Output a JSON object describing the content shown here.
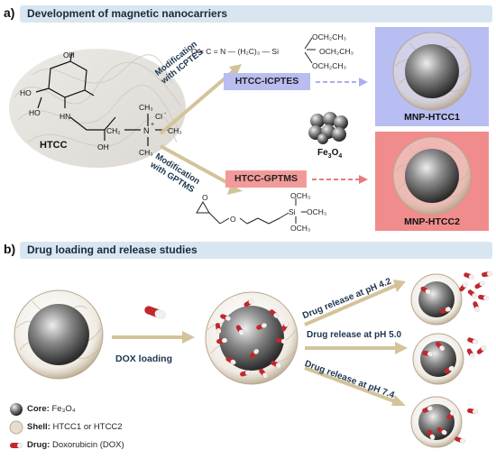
{
  "section_a": {
    "letter": "a)",
    "title": "Development of magnetic nanocarriers",
    "htcc_label": "HTCC",
    "chloride": "Cl",
    "chloride_sup": "-",
    "modification1_line1": "Modification",
    "modification1_line2": "with ICPTES",
    "modification2_line1": "Modification",
    "modification2_line2": "with GPTMS",
    "htcc_icptes": "HTCC-ICPTES",
    "htcc_gptms": "HTCC-GPTMS",
    "fe3o4_main": "Fe",
    "fe3o4_sub1": "3",
    "fe3o4_o": "O",
    "fe3o4_sub2": "4",
    "mnp1": "MNP-HTCC1",
    "mnp2": "MNP-HTCC2",
    "icptes_chain": "O = C = N — (H₂C)₃ — Si",
    "icptes_ethoxy": "OCH₂CH₃",
    "gptms_methoxy": "OCH₃",
    "htcc_oh": "OH",
    "htcc_ho": "HO",
    "htcc_nh": "HN",
    "htcc_ch3": "CH₃",
    "htcc_n": "N",
    "htcc_chain": "CH₂",
    "htcc_plus": "+"
  },
  "section_b": {
    "letter": "b)",
    "title": "Drug loading and release studies",
    "dox_loading": "DOX loading",
    "release_ph42": "Drug release at pH 4.2",
    "release_ph50": "Drug release at pH 5.0",
    "release_ph74": "Drug release at pH 7.4",
    "legend": [
      {
        "key": "Core:",
        "value": "Fe₃O₄"
      },
      {
        "key": "Shell:",
        "value": "HTCC1 or HTCC2"
      },
      {
        "key": "Drug:",
        "value": "Doxorubicin (DOX)"
      }
    ]
  },
  "colors": {
    "banner": "#d9e6f2",
    "icptes_box": "#b9bdf0",
    "gptms_box": "#f29a9a",
    "mnp1_panel": "#b8bdf2",
    "mnp2_panel": "#f08c8c",
    "arrow_tan": "#d4c39a",
    "drug_red": "#c0282d"
  }
}
